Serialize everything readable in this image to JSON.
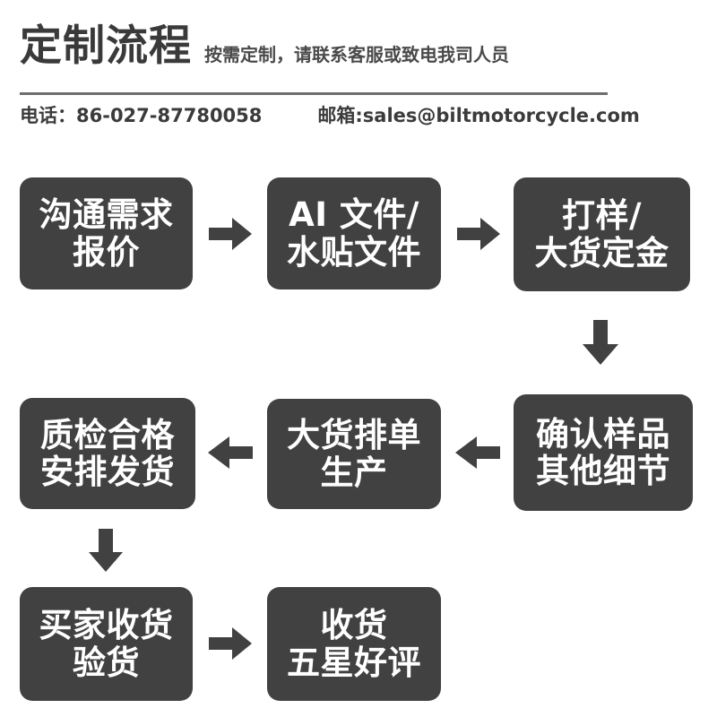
{
  "header": {
    "title": "定制流程",
    "subtitle": "按需定制，请联系客服或致电我司人员",
    "phone": "电话：86-027-87780058",
    "email": "邮箱:sales@biltmotorcycle.com"
  },
  "colors": {
    "box_fill": "#414141",
    "box_text": "#ffffff",
    "arrow": "#414141",
    "title_text": "#3a3a3a",
    "divider": "#6e6e6e",
    "background": "#ffffff"
  },
  "flow": {
    "steps": [
      {
        "id": "step-1",
        "lines": [
          "沟通需求",
          "报价"
        ]
      },
      {
        "id": "step-2",
        "lines": [
          "AI 文件/",
          "水贴文件"
        ]
      },
      {
        "id": "step-3",
        "lines": [
          "打样/",
          "大货定金"
        ]
      },
      {
        "id": "step-4",
        "lines": [
          "确认样品",
          "其他细节"
        ]
      },
      {
        "id": "step-5",
        "lines": [
          "大货排单",
          "生产"
        ]
      },
      {
        "id": "step-6",
        "lines": [
          "质检合格",
          "安排发货"
        ]
      },
      {
        "id": "step-7",
        "lines": [
          "买家收货",
          "验货"
        ]
      },
      {
        "id": "step-8",
        "lines": [
          "收货",
          "五星好评"
        ]
      }
    ],
    "connectors": [
      {
        "id": "arrow-1-2",
        "direction": "right"
      },
      {
        "id": "arrow-2-3",
        "direction": "right"
      },
      {
        "id": "arrow-3-4",
        "direction": "down"
      },
      {
        "id": "arrow-4-5",
        "direction": "left"
      },
      {
        "id": "arrow-5-6",
        "direction": "left"
      },
      {
        "id": "arrow-6-7",
        "direction": "down"
      },
      {
        "id": "arrow-7-8",
        "direction": "right"
      }
    ]
  }
}
